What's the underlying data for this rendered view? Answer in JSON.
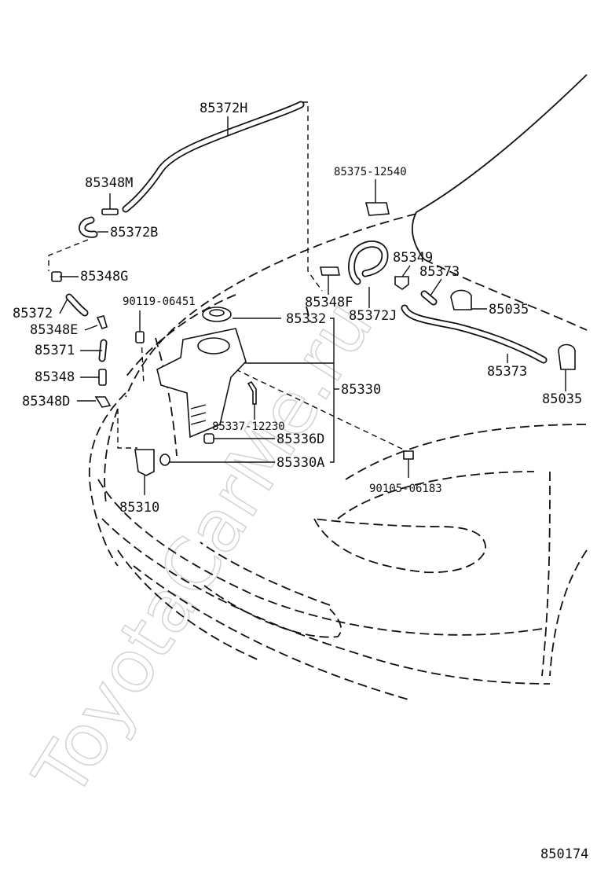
{
  "watermark": "ToyotaCarMe.ru",
  "diagram_id": "850174",
  "parts": {
    "p85372H": "85372H",
    "p85348M": "85348M",
    "p85372B": "85372B",
    "p85348G": "85348G",
    "p85372": "85372",
    "p90119": "90119-06451",
    "p85348E": "85348E",
    "p85371": "85371",
    "p85348": "85348",
    "p85348D": "85348D",
    "p85375": "85375-12540",
    "p85349": "85349",
    "p85373a": "85373",
    "p85348F": "85348F",
    "p85035a": "85035",
    "p85372J": "85372J",
    "p85332": "85332",
    "p85330": "85330",
    "p85373b": "85373",
    "p85035b": "85035",
    "p85337": "85337-12230",
    "p85336D": "85336D",
    "p85330A": "85330A",
    "p90105": "90105-06183",
    "p85310": "85310"
  },
  "colors": {
    "ink": "#111111",
    "background": "#ffffff",
    "watermark": "#d4d4d4"
  }
}
